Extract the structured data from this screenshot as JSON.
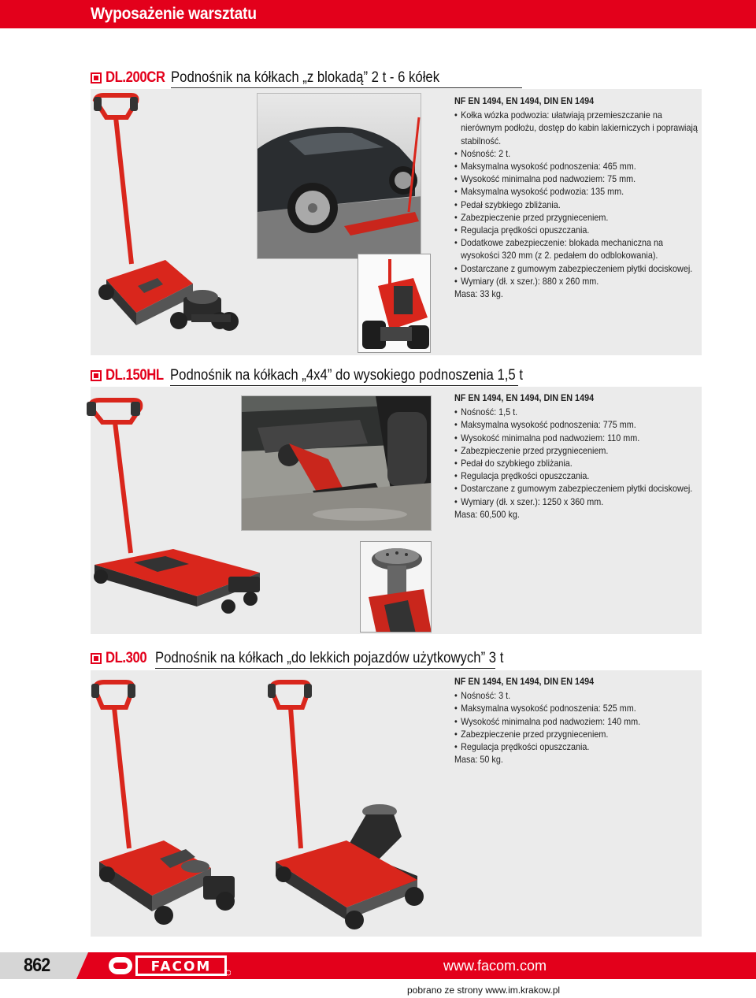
{
  "header": {
    "title": "Wyposażenie warsztatu"
  },
  "sections": [
    {
      "code": "DL.200CR",
      "name": "Podnośnik na kółkach „z blokadą” 2 t - 6 kółek",
      "standard": "NF EN  1494, EN 1494, DIN EN 1494",
      "features": [
        "Kołka wózka podwozia: ułatwiają przemieszczanie na nierównym podłożu, dostęp do kabin lakierniczych i poprawiają stabilność.",
        "Nośność: 2 t.",
        "Maksymalna wysokość podnoszenia: 465 mm.",
        "Wysokość minimalna pod nadwoziem: 75 mm.",
        "Maksymalna wysokość podwozia: 135 mm.",
        "Pedał szybkiego zbliżania.",
        "Zabezpieczenie przed przygnieceniem.",
        "Regulacja prędkości opuszczania.",
        "Dodatkowe zabezpieczenie: blokada mechaniczna na wysokości 320 mm (z 2. pedałem do odblokowania).",
        "Dostarczane z gumowym zabezpieczeniem płytki dociskowej.",
        "Wymiary (dł. x szer.): 880 x 260 mm."
      ],
      "mass": "Masa: 33 kg."
    },
    {
      "code": "DL.150HL",
      "name": "Podnośnik na kółkach „4x4” do wysokiego podnoszenia 1,5 t",
      "standard": "NF EN  1494, EN 1494, DIN EN 1494",
      "features": [
        "Nośność: 1,5 t.",
        "Maksymalna wysokość podnoszenia: 775 mm.",
        "Wysokość minimalna pod nadwoziem: 110 mm.",
        "Zabezpieczenie przed przygnieceniem.",
        "Pedał do szybkiego zbliżania.",
        "Regulacja prędkości opuszczania.",
        "Dostarczane z gumowym zabezpieczeniem płytki dociskowej.",
        "Wymiary (dł. x szer.): 1250 x 360 mm."
      ],
      "mass": "Masa: 60,500 kg."
    },
    {
      "code": "DL.300",
      "name": "Podnośnik na kółkach „do lekkich pojazdów użytkowych” 3 t",
      "standard": "NF EN  1494, EN 1494, DIN EN 1494",
      "features": [
        "Nośność: 3 t.",
        "Maksymalna wysokość podnoszenia: 525 mm.",
        "Wysokość minimalna pod nadwoziem: 140 mm.",
        "Zabezpieczenie przed przygnieceniem.",
        "Regulacja prędkości opuszczania."
      ],
      "mass": "Masa: 50 kg."
    }
  ],
  "footer": {
    "page_number": "862",
    "brand": "FACOM",
    "website": "www.facom.com",
    "source": "pobrano ze strony www.im.krakow.pl"
  },
  "colors": {
    "accent": "#e3001b",
    "panel": "#ebebeb"
  }
}
